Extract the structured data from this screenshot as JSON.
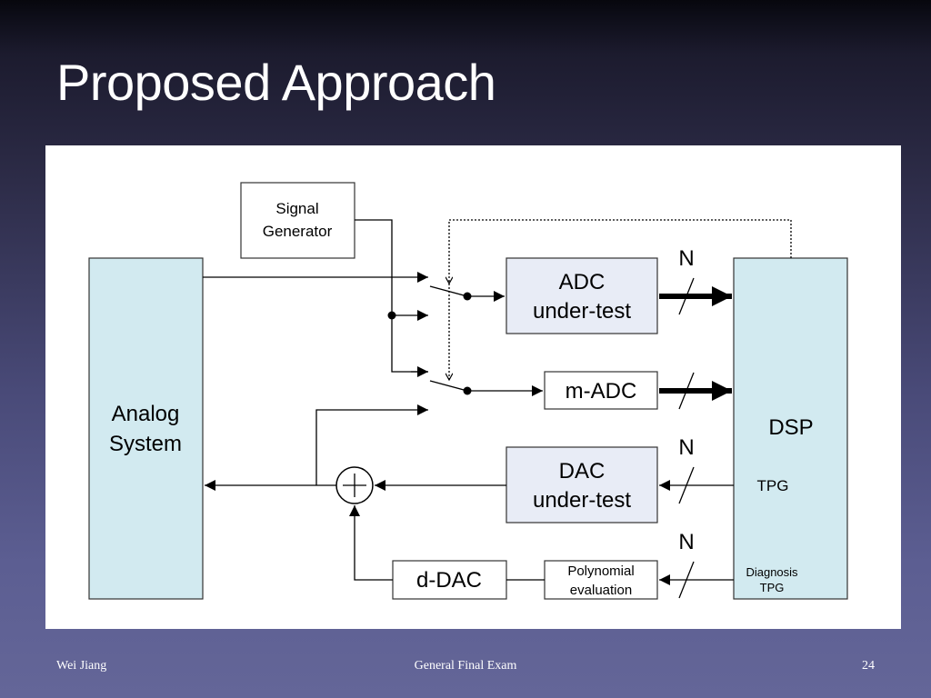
{
  "slide": {
    "title": "Proposed Approach",
    "footer": {
      "author": "Wei Jiang",
      "event": "General Final Exam",
      "page": "24"
    }
  },
  "diagram": {
    "blocks": {
      "signal_generator": [
        "Signal",
        "Generator"
      ],
      "analog_system": [
        "Analog",
        "System"
      ],
      "adc_under_test": [
        "ADC",
        "under-test"
      ],
      "m_adc": "m-ADC",
      "dsp": "DSP",
      "dac_under_test": [
        "DAC",
        "under-test"
      ],
      "d_dac": "d-DAC",
      "polynomial_evaluation": [
        "Polynomial",
        "evaluation"
      ]
    },
    "labels": {
      "bus_width_adc": "N",
      "bus_width_dac": "N",
      "bus_width_poly": "N",
      "tpg": "TPG",
      "diagnosis_tpg": [
        "Diagnosis",
        "TPG"
      ],
      "summer_symbol": "+"
    },
    "colors": {
      "block_fill_light_blue": "#d2eaf0",
      "block_fill_light_gray": "#e8ecf6",
      "line": "#000000"
    }
  }
}
